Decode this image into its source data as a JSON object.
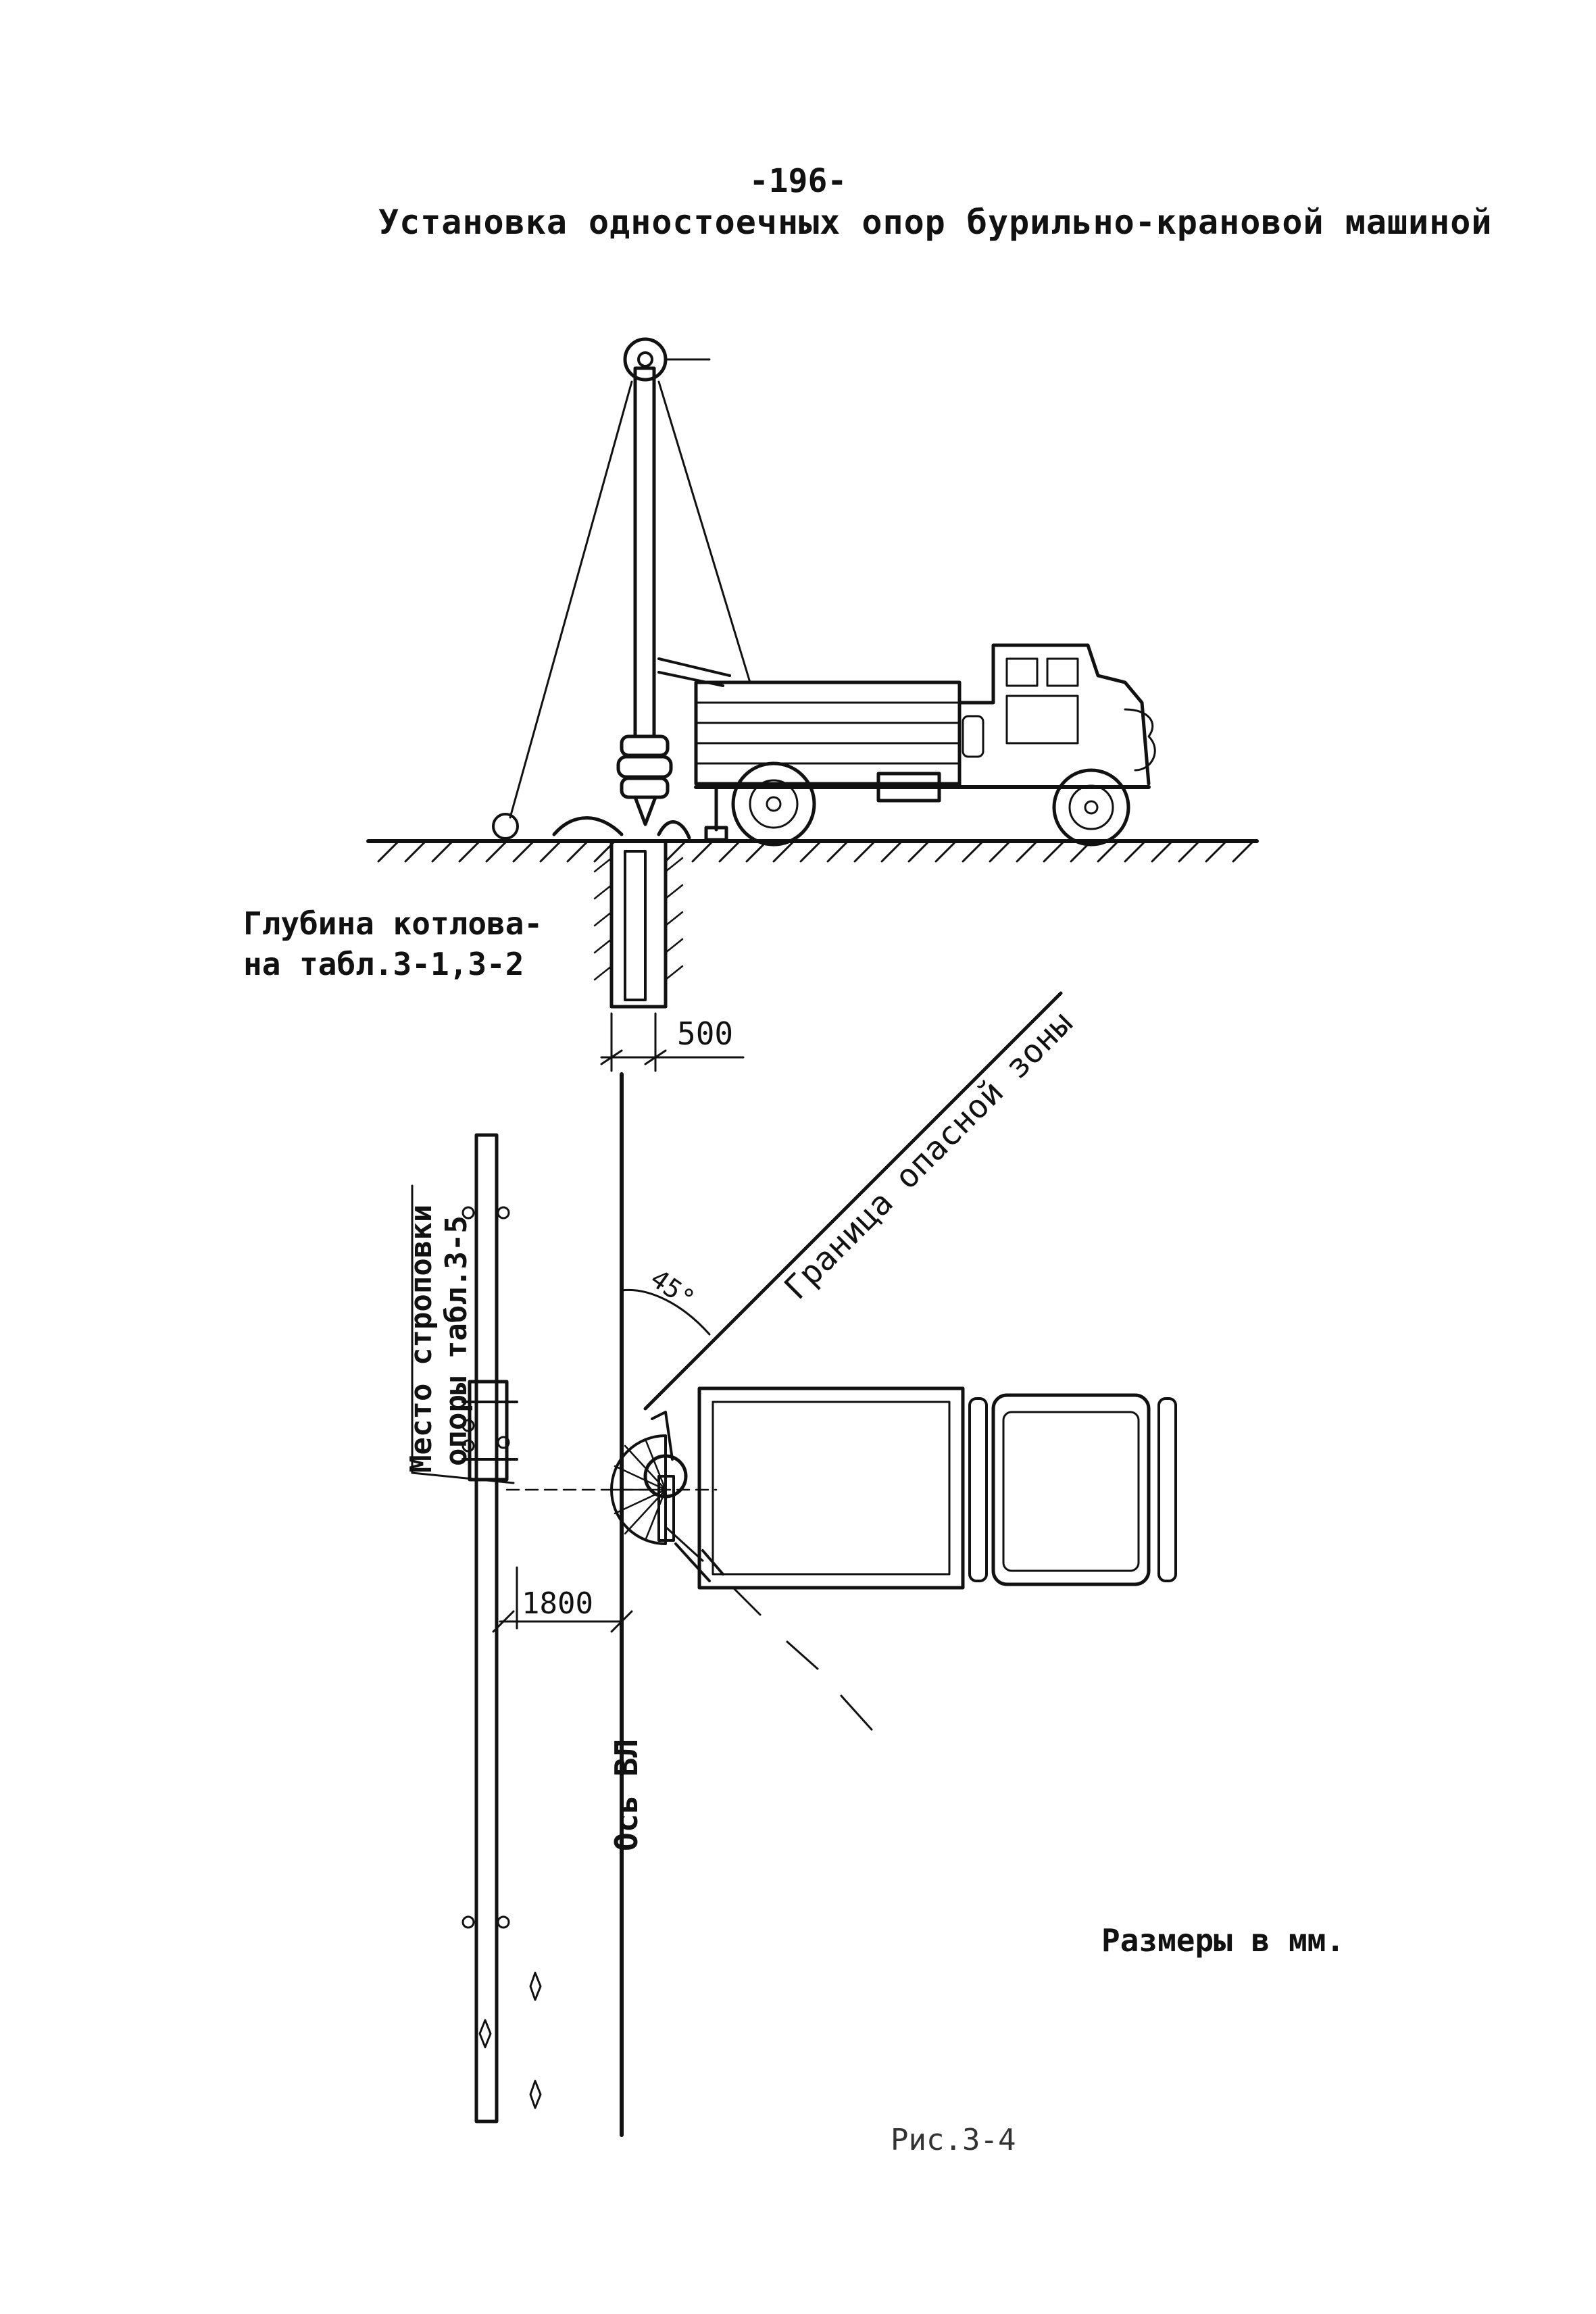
{
  "page_number": "-196-",
  "title": "Установка одностоечных опор бурильно-крановой машиной",
  "labels": {
    "depth_line_1": "Глубина котлова-",
    "depth_line_2": "на табл.3-1,3-2",
    "dim_500": "500",
    "danger_zone": "Граница опасной зоны",
    "angle": "45°",
    "sling_line_1": "Место строповки",
    "sling_line_2": "опоры табл.3-5",
    "dim_1800": "1800",
    "axis": "Ось ВЛ",
    "sizes_note": "Размеры в мм.",
    "figure_caption": "Рис.3-4"
  },
  "icons": [
    "drilling-crane-truck-side-view",
    "drilling-crane-truck-top-view",
    "utility-pole",
    "ground-hatching"
  ]
}
